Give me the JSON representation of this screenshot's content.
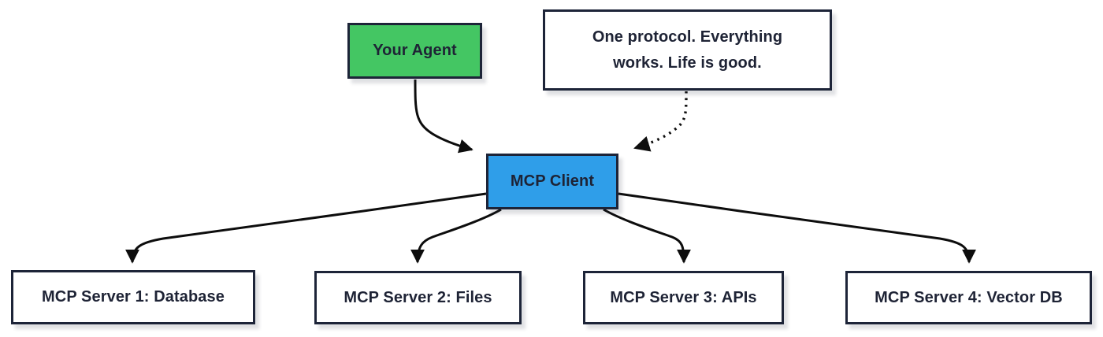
{
  "diagram": {
    "agent": {
      "label": "Your Agent"
    },
    "note": {
      "lines": [
        "One protocol. Everything",
        "works. Life is good."
      ]
    },
    "client": {
      "label": "MCP Client"
    },
    "servers": [
      {
        "label": "MCP Server 1: Database"
      },
      {
        "label": "MCP Server 2: Files"
      },
      {
        "label": "MCP Server 3: APIs"
      },
      {
        "label": "MCP Server 4: Vector DB"
      }
    ],
    "colors": {
      "agent_fill": "#44c663",
      "client_fill": "#2f9ee9",
      "node_border": "#1d2438",
      "text": "#1e2335",
      "arrow": "#0d0d0d"
    }
  }
}
